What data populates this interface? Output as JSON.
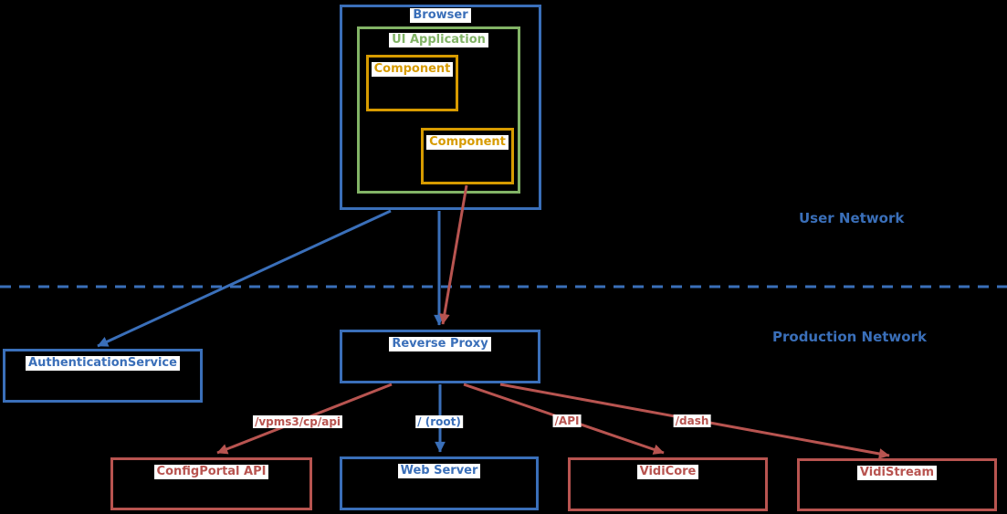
{
  "diagram": {
    "background_color": "#000000",
    "zones": {
      "user_network": {
        "label": "User Network"
      },
      "production_network": {
        "label": "Production Network"
      }
    },
    "nodes": {
      "browser": {
        "label": "Browser",
        "color": "#3A6FB9"
      },
      "ui_application": {
        "label": "UI Application",
        "color": "#82B366"
      },
      "component_1": {
        "label": "Component",
        "color": "#D79B00"
      },
      "component_2": {
        "label": "Component",
        "color": "#D79B00"
      },
      "authentication_service": {
        "label": "AuthenticationService",
        "color": "#3A6FB9"
      },
      "reverse_proxy": {
        "label": "Reverse Proxy",
        "color": "#3A6FB9"
      },
      "configportal_api": {
        "label": "ConfigPortal API",
        "color": "#B85450"
      },
      "web_server": {
        "label": "Web Server",
        "color": "#3A6FB9"
      },
      "vidicore": {
        "label": "VidiCore",
        "color": "#B85450"
      },
      "vidistream": {
        "label": "VidiStream",
        "color": "#B85450"
      }
    },
    "edges": {
      "browser_to_authentication_service": {
        "from": "Browser",
        "to": "AuthenticationService",
        "label": "",
        "color": "#3A6FB9"
      },
      "browser_to_reverse_proxy": {
        "from": "Browser",
        "to": "Reverse Proxy",
        "label": "",
        "color": "#3A6FB9"
      },
      "component_to_reverse_proxy": {
        "from": "Component",
        "to": "Reverse Proxy",
        "label": "",
        "color": "#B85450"
      },
      "proxy_to_configportal": {
        "from": "Reverse Proxy",
        "to": "ConfigPortal API",
        "label": "/vpms3/cp/api",
        "color": "#B85450"
      },
      "proxy_to_web_server": {
        "from": "Reverse Proxy",
        "to": "Web Server",
        "label": "/ (root)",
        "color": "#3A6FB9"
      },
      "proxy_to_vidicore": {
        "from": "Reverse Proxy",
        "to": "VidiCore",
        "label": "/API",
        "color": "#B85450"
      },
      "proxy_to_vidistream": {
        "from": "Reverse Proxy",
        "to": "VidiStream",
        "label": "/dash",
        "color": "#B85450"
      }
    },
    "colors": {
      "blue": "#3A6FB9",
      "green": "#82B366",
      "orange": "#D79B00",
      "red": "#B85450",
      "label_background": "#FFFFFF",
      "background": "#000000"
    }
  }
}
